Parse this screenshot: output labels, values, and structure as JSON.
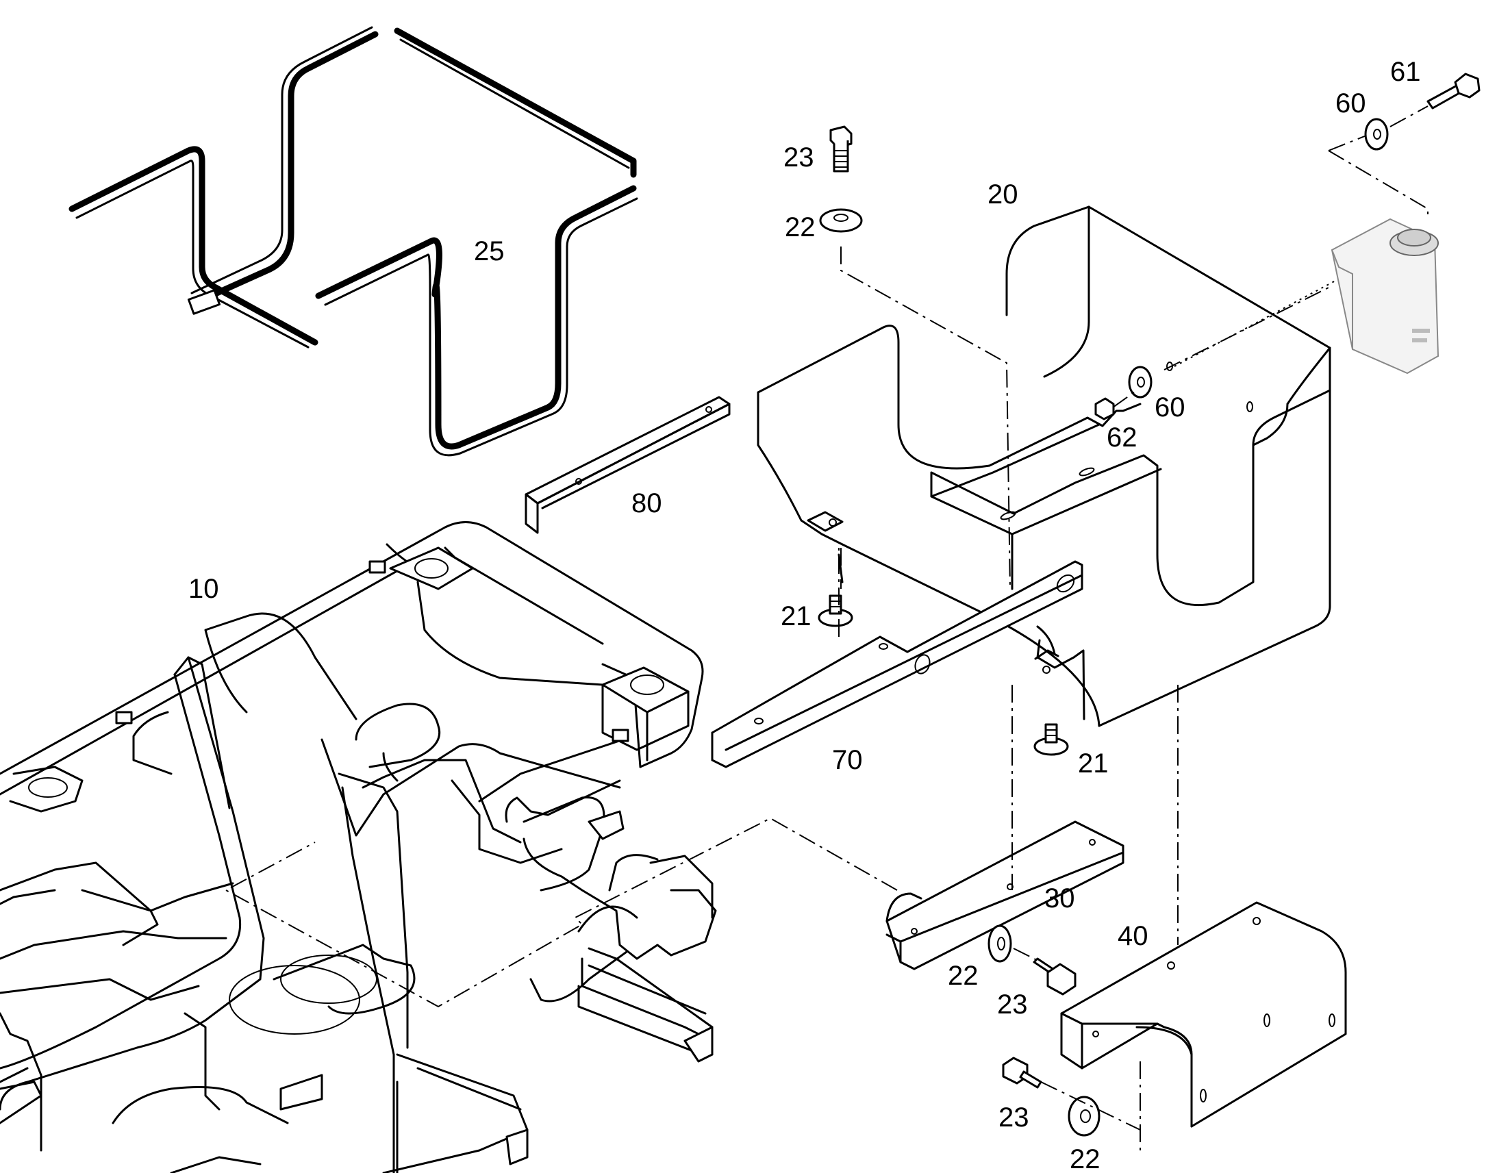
{
  "diagram": {
    "labels": {
      "p10": "10",
      "p20": "20",
      "p21a": "21",
      "p21b": "21",
      "p22a": "22",
      "p22b": "22",
      "p22c": "22",
      "p23a": "23",
      "p23b": "23",
      "p23c": "23",
      "p25": "25",
      "p30": "30",
      "p40": "40",
      "p60a": "60",
      "p60b": "60",
      "p61": "61",
      "p62": "62",
      "p70": "70",
      "p80": "80"
    }
  }
}
